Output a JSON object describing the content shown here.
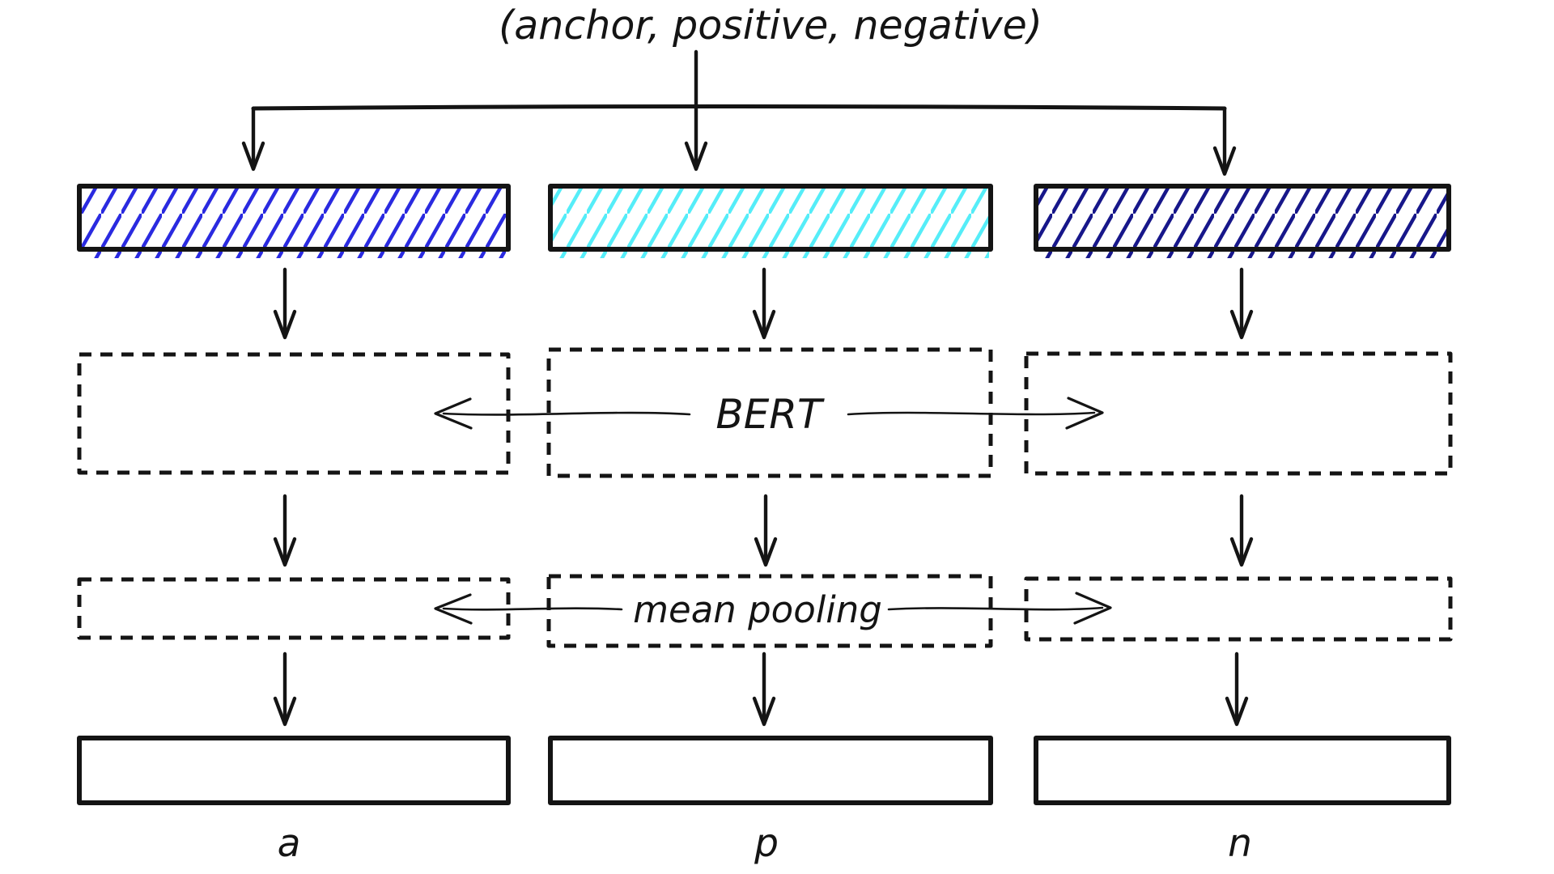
{
  "title": "(anchor, positive, negative)",
  "stages": {
    "encoder_label": "BERT",
    "pooling_label": "mean pooling"
  },
  "columns": [
    {
      "id": "anchor",
      "embedding_label": "a",
      "fill_color": "#2213f7",
      "hatch_color": "#2a2ae0"
    },
    {
      "id": "positive",
      "embedding_label": "p",
      "fill_color": "#5ff0fa",
      "hatch_color": "#55edf8"
    },
    {
      "id": "negative",
      "embedding_label": "n",
      "fill_color": "#030384",
      "hatch_color": "#17178a"
    }
  ],
  "ink_color": "#141414"
}
